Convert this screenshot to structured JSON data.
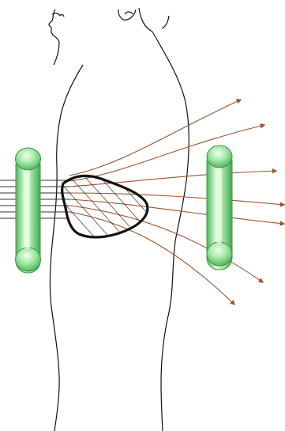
{
  "diagram": {
    "background_color": "#ffffff",
    "outline_color": "#111111",
    "arrow_color": "#a0522d",
    "plate_fill": "#9fe3a1",
    "plate_light": "#dff8df",
    "plate_dark": "#5abf60",
    "icons": [
      "body-outline",
      "heart-hatched",
      "green-plate-left",
      "green-plate-right",
      "radiating-arrows"
    ]
  }
}
